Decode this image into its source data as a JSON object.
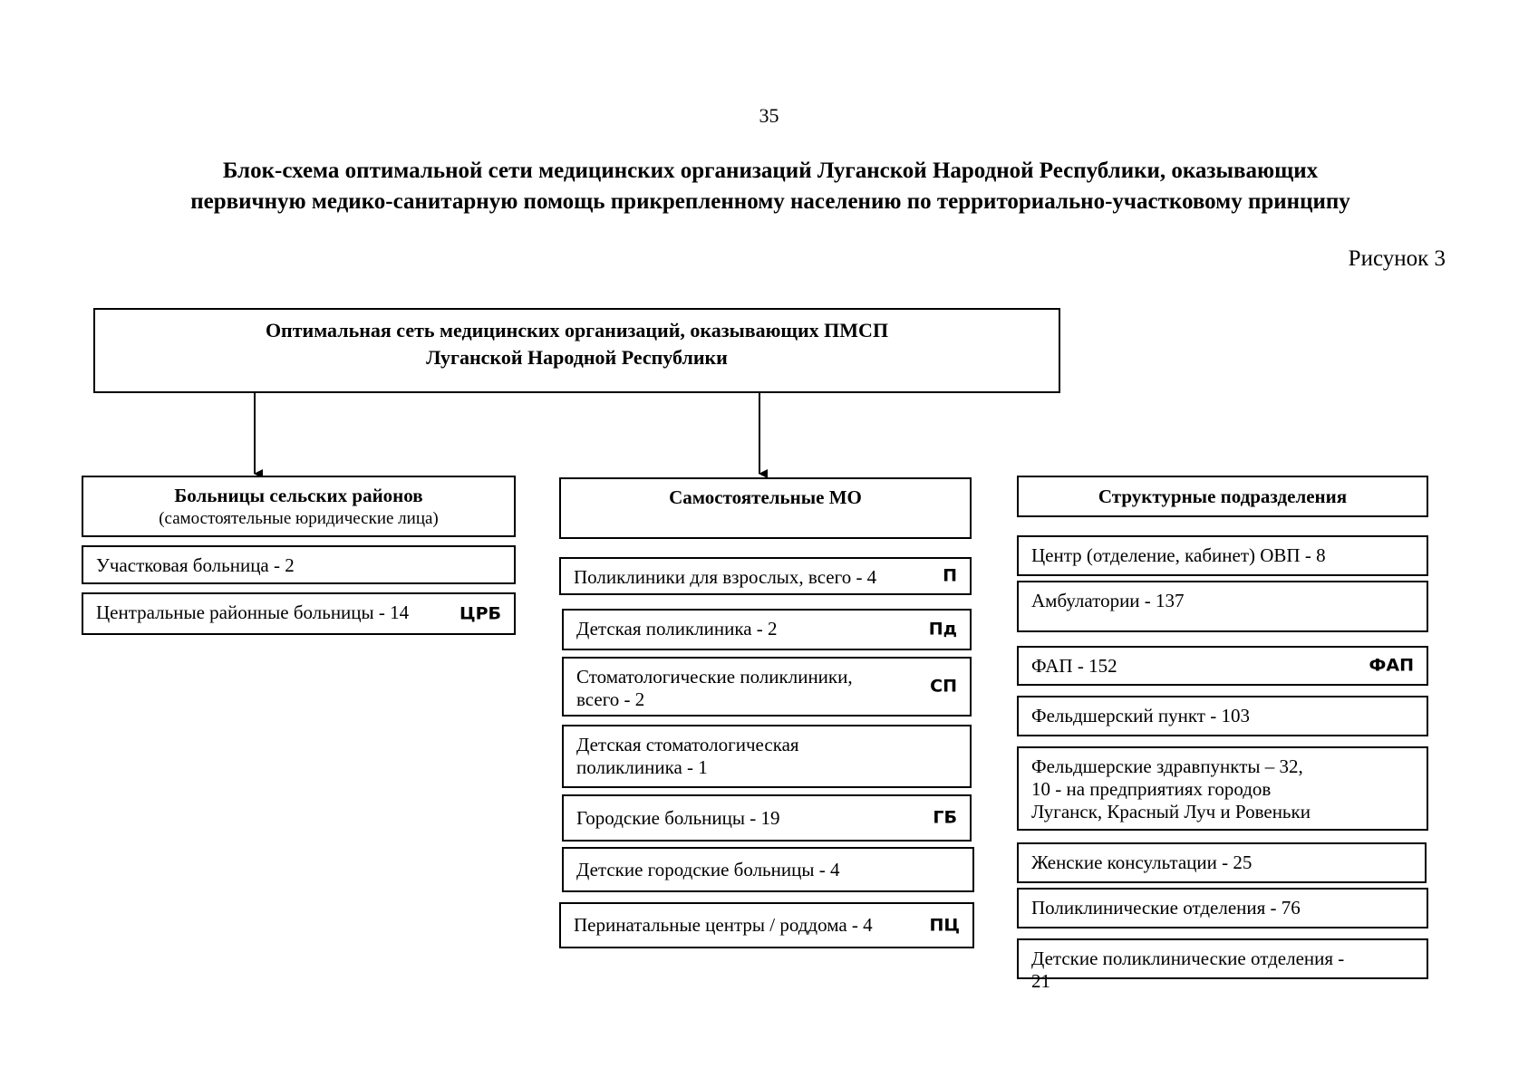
{
  "page": {
    "number": "35",
    "title_line1": "Блок-схема оптимальной сети медицинских организаций Луганской Народной Республики, оказывающих",
    "title_line2": "первичную медико-санитарную помощь прикрепленному населению по территориально-участковому принципу",
    "figure_label": "Рисунок 3"
  },
  "root": {
    "line1": "Оптимальная сеть медицинских организаций, оказывающих ПМСП",
    "line2": "Луганской Народной Республики"
  },
  "columns": [
    {
      "header": "Больницы сельских районов",
      "subheader": "(самостоятельные юридические лица)",
      "items": [
        {
          "text": "Участковая больница - 2",
          "tag": ""
        },
        {
          "text": "Центральные районные больницы - 14",
          "tag": "ЦРБ"
        }
      ]
    },
    {
      "header": "Самостоятельные МО",
      "items": [
        {
          "text": "Поликлиники для взрослых, всего - 4",
          "tag": "П"
        },
        {
          "text": "Детская поликлиника - 2",
          "tag": "Пд"
        },
        {
          "line1": "Стоматологические поликлиники,",
          "line2": "всего - 2",
          "tag": "СП"
        },
        {
          "line1": "Детская стоматологическая",
          "line2": "поликлиника - 1",
          "tag": ""
        },
        {
          "text": "Городские больницы - 19",
          "tag": "ГБ"
        },
        {
          "text": "Детские городские больницы - 4",
          "tag": ""
        },
        {
          "text": "Перинатальные центры / роддома - 4",
          "tag": "ПЦ"
        }
      ]
    },
    {
      "header": "Структурные подразделения",
      "items": [
        {
          "text": "Центр (отделение, кабинет) ОВП - 8",
          "tag": ""
        },
        {
          "text": "Амбулатории - 137",
          "tag": ""
        },
        {
          "text": "ФАП - 152",
          "tag": "ФАП"
        },
        {
          "text": "Фельдшерский пункт  - 103",
          "tag": ""
        },
        {
          "line1": "Фельдшерские здравпункты – 32,",
          "line2": "10 - на предприятиях городов",
          "line3": "Луганск, Красный Луч и Ровеньки",
          "tag": ""
        },
        {
          "text": "Женские консультации - 25",
          "tag": ""
        },
        {
          "text": "Поликлинические отделения - 76",
          "tag": ""
        },
        {
          "text": "Детские поликлинические отделения - 21",
          "tag": ""
        }
      ]
    }
  ]
}
